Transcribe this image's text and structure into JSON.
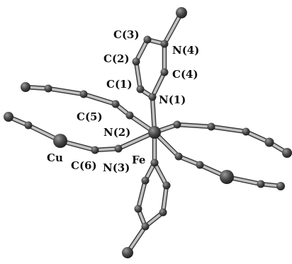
{
  "labels": {
    "c3": "C(3)",
    "c2": "C(2)",
    "n4": "N(4)",
    "c4": "C(4)",
    "c1": "C(1)",
    "n1": "N(1)",
    "c5": "C(5)",
    "n2": "N(2)",
    "cu": "Cu",
    "c6": "C(6)",
    "n3": "N(3)",
    "fe": "Fe"
  },
  "colors": {
    "bond_fill": "#c2c2c2",
    "bond_edge": "#3a3a3a",
    "atom": "#4a4a4a",
    "atom_highlight": "#9a9a9a",
    "label": "#111111",
    "background": "#ffffff"
  }
}
